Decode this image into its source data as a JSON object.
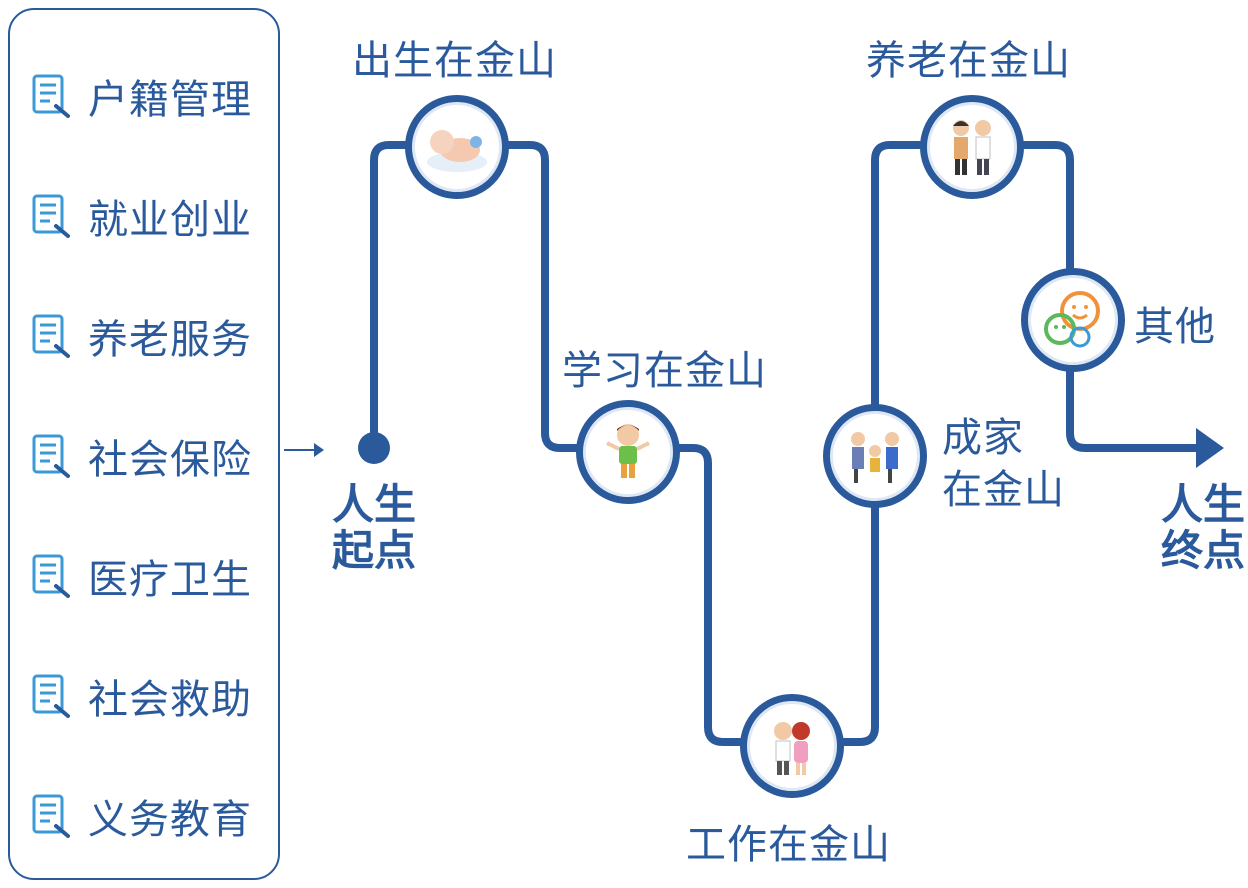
{
  "sidebar": {
    "items": [
      {
        "label": "户籍管理",
        "icon": "document-icon"
      },
      {
        "label": "就业创业",
        "icon": "document-icon"
      },
      {
        "label": "养老服务",
        "icon": "document-icon"
      },
      {
        "label": "社会保险",
        "icon": "document-icon"
      },
      {
        "label": "医疗卫生",
        "icon": "document-icon"
      },
      {
        "label": "社会救助",
        "icon": "document-icon"
      },
      {
        "label": "义务教育",
        "icon": "document-icon"
      }
    ]
  },
  "path": {
    "start": {
      "line1": "人生",
      "line2": "起点"
    },
    "end": {
      "line1": "人生",
      "line2": "终点"
    },
    "stages": [
      {
        "label": "出生在金山",
        "icon": "baby-icon"
      },
      {
        "label": "学习在金山",
        "icon": "child-icon"
      },
      {
        "label": "工作在金山",
        "icon": "couple-icon"
      },
      {
        "label_line1": "成家",
        "label_line2": "在金山",
        "icon": "family-icon"
      },
      {
        "label": "养老在金山",
        "icon": "elderly-couple-icon"
      },
      {
        "label": "其他",
        "icon": "chat-bubbles-icon"
      }
    ]
  },
  "colors": {
    "primary": "#2a5a9c",
    "icon_accent": "#3a9ad8",
    "icon_accent_green": "#5cb85c"
  }
}
